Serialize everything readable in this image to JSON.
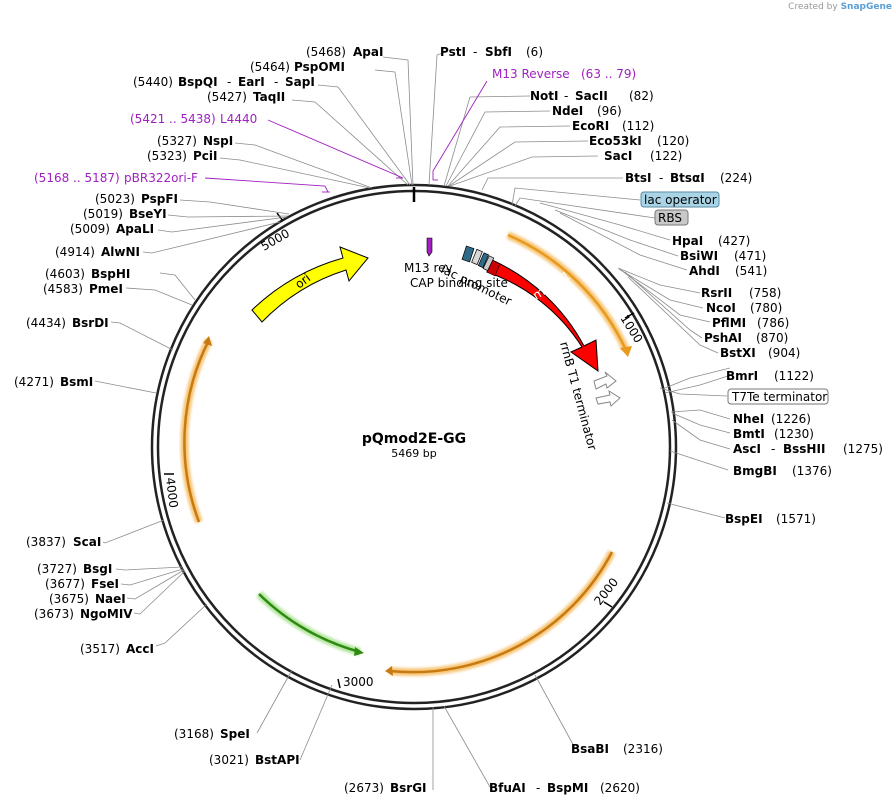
{
  "credit": {
    "prefix": "Created by",
    "brand": "SnapGene"
  },
  "plasmid": {
    "name": "pQmod2E-GG",
    "length": "5469 bp"
  },
  "ticks": [
    "1000",
    "2000",
    "3000",
    "4000",
    "5000"
  ],
  "features": {
    "ori": "ori",
    "mrfp1": "mRFP1",
    "lac_operator": "lac operator",
    "rbs": "RBS",
    "t7te": "T7Te terminator",
    "m13rev": "M13 rev",
    "cap": "CAP binding site",
    "lac_promoter": "lac promoter",
    "rrnb": "rrnB T1 terminator"
  },
  "primers": {
    "m13_reverse": {
      "name": "M13 Reverse",
      "pos": "(63 .. 79)"
    },
    "l4440": {
      "name": "L4440",
      "pos": "(5421 .. 5438)"
    },
    "pbr322": {
      "name": "pBR322ori-F",
      "pos": "(5168 .. 5187)"
    }
  },
  "sites": {
    "apai": {
      "pos": "(5468)",
      "name": "ApaI"
    },
    "pspomi": {
      "pos": "(5464)",
      "name": "PspOMI"
    },
    "bspqi": {
      "pos": "(5440)",
      "name": "BspQI",
      "alt1": "EarI",
      "alt2": "SapI"
    },
    "taqii": {
      "pos": "(5427)",
      "name": "TaqII"
    },
    "nspi": {
      "pos": "(5327)",
      "name": "NspI"
    },
    "pcii": {
      "pos": "(5323)",
      "name": "PciI"
    },
    "pspfi": {
      "pos": "(5023)",
      "name": "PspFI"
    },
    "bseyi": {
      "pos": "(5019)",
      "name": "BseYI"
    },
    "apali": {
      "pos": "(5009)",
      "name": "ApaLI"
    },
    "alwni": {
      "pos": "(4914)",
      "name": "AlwNI"
    },
    "bsphi": {
      "pos": "(4603)",
      "name": "BspHI"
    },
    "pmei": {
      "pos": "(4583)",
      "name": "PmeI"
    },
    "bsrdi": {
      "pos": "(4434)",
      "name": "BsrDI"
    },
    "bsmi": {
      "pos": "(4271)",
      "name": "BsmI"
    },
    "scai": {
      "pos": "(3837)",
      "name": "ScaI"
    },
    "bsgi": {
      "pos": "(3727)",
      "name": "BsgI"
    },
    "fsei": {
      "pos": "(3677)",
      "name": "FseI"
    },
    "naei": {
      "pos": "(3675)",
      "name": "NaeI"
    },
    "ngomiv": {
      "pos": "(3673)",
      "name": "NgoMIV"
    },
    "acci": {
      "pos": "(3517)",
      "name": "AccI"
    },
    "spei": {
      "pos": "(3168)",
      "name": "SpeI"
    },
    "bstapi": {
      "pos": "(3021)",
      "name": "BstAPI"
    },
    "bsrgi": {
      "pos": "(2673)",
      "name": "BsrGI"
    },
    "fuai": {
      "name": "BfuAI",
      "alt": "BspMI",
      "pos": "(2620)"
    },
    "bsabi": {
      "name": "BsaBI",
      "pos": "(2316)"
    },
    "bspei": {
      "name": "BspEI",
      "pos": "(1571)"
    },
    "bmgbi": {
      "name": "BmgBI",
      "pos": "(1376)"
    },
    "asci": {
      "name": "AscI",
      "alt": "BssHII",
      "pos": "(1275)"
    },
    "bmti": {
      "name": "BmtI",
      "pos": "(1230)"
    },
    "nhei": {
      "name": "NheI",
      "pos": "(1226)"
    },
    "bmri": {
      "name": "BmrI",
      "pos": "(1122)"
    },
    "bstxi": {
      "name": "BstXI",
      "pos": "(904)"
    },
    "pshai": {
      "name": "PshAI",
      "pos": "(870)"
    },
    "pflmi": {
      "name": "PflMI",
      "pos": "(786)"
    },
    "ncoi": {
      "name": "NcoI",
      "pos": "(780)"
    },
    "rsrii": {
      "name": "RsrII",
      "pos": "(758)"
    },
    "ahdi": {
      "name": "AhdI",
      "pos": "(541)"
    },
    "bsiwi": {
      "name": "BsiWI",
      "pos": "(471)"
    },
    "hpai": {
      "name": "HpaI",
      "pos": "(427)"
    },
    "btsi": {
      "name": "BtsI",
      "alt": "BtsαI",
      "pos": "(224)"
    },
    "saci": {
      "name": "SacI",
      "pos": "(122)"
    },
    "eco53ki": {
      "name": "Eco53kI",
      "pos": "(120)"
    },
    "ecori": {
      "name": "EcoRI",
      "pos": "(112)"
    },
    "ndei": {
      "name": "NdeI",
      "pos": "(96)"
    },
    "noti": {
      "name": "NotI",
      "alt": "SacII",
      "pos": "(82)"
    },
    "psti": {
      "name": "PstI",
      "alt": "SbfI",
      "pos": "(6)"
    }
  },
  "colors": {
    "backbone": "#222222",
    "ori": "#ffff00",
    "mrfp1": "#ff0000",
    "orange_feature": "#f0a020",
    "green_feature": "#3aa018",
    "primer": "#a020c0",
    "lac_operator_box": "#a8d4e6",
    "rbs_box": "#c8c8c8"
  }
}
